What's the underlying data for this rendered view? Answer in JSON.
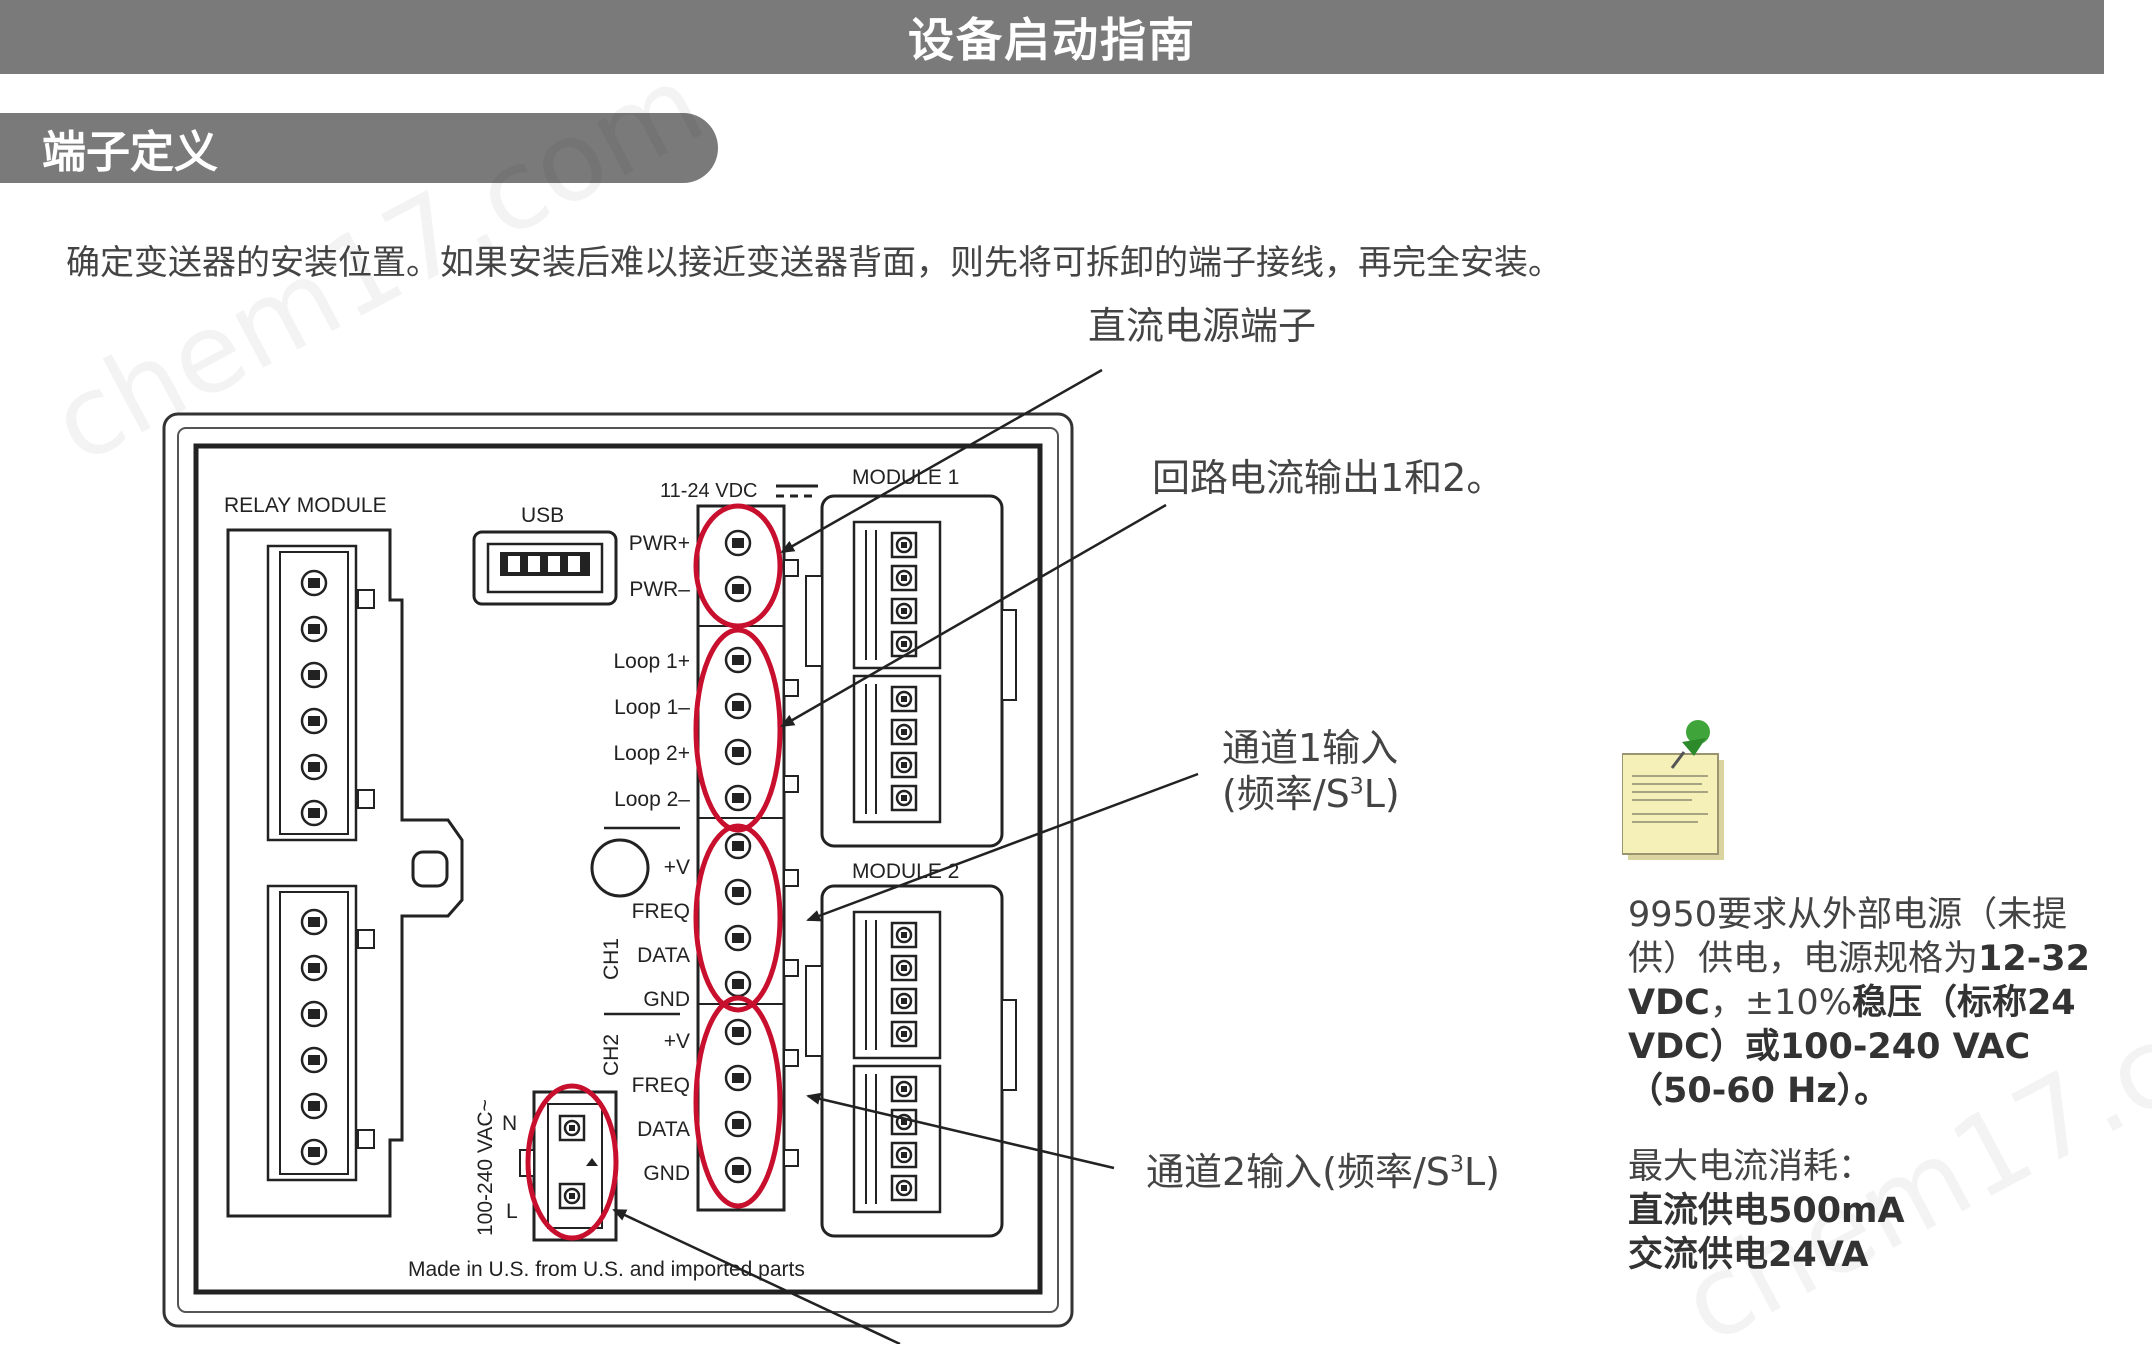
{
  "header": {
    "title": "设备启动指南"
  },
  "section": {
    "title": "端子定义"
  },
  "intro": "确定变送器的安装位置。如果安装后难以接近变送器背面，则先将可拆卸的端子接线，再完全安装。",
  "callouts": {
    "dc_power": "直流电源端子",
    "loop_output": "回路电流输出1和2。",
    "ch1_input_line1": "通道1输入",
    "ch1_input_line2_pre": "(频率/S",
    "ch1_input_line2_sup": "3",
    "ch1_input_line2_post": "L)",
    "ch2_input_pre": "通道2输入(频率/S",
    "ch2_input_sup": "3",
    "ch2_input_post": "L)"
  },
  "device": {
    "relay_module": "RELAY MODULE",
    "usb": "USB",
    "vdc": "11-24 VDC",
    "module1": "MODULE 1",
    "module2": "MODULE 2",
    "pwr_plus": "PWR+",
    "pwr_minus": "PWR–",
    "loop1_plus": "Loop 1+",
    "loop1_minus": "Loop 1–",
    "loop2_plus": "Loop 2+",
    "loop2_minus": "Loop 2–",
    "plus_v": "+V",
    "freq": "FREQ",
    "data": "DATA",
    "gnd": "GND",
    "ch1": "CH1",
    "ch2": "CH2",
    "ac_voltage": "100-240 VAC~",
    "n": "N",
    "l": "L",
    "made_in": "Made in U.S. from U.S. and imported parts"
  },
  "note": {
    "p1_a": "9950要求从外部电源（未提供）供电，电源规格为",
    "p1_b": "12-32 VDC",
    "p1_c": "，±10%",
    "p1_d": "稳压（标称24 VDC）或100-240 VAC（50-60 Hz）。",
    "p2_a": "最大电流消耗：",
    "p2_b": "直流供电500mA",
    "p2_c": "交流供电24VA"
  },
  "colors": {
    "header_bg": "#7a7a7a",
    "highlight": "#c8102e",
    "device_line": "#222222",
    "note_bg": "#f5f0b8"
  },
  "watermark": "chem17.com"
}
